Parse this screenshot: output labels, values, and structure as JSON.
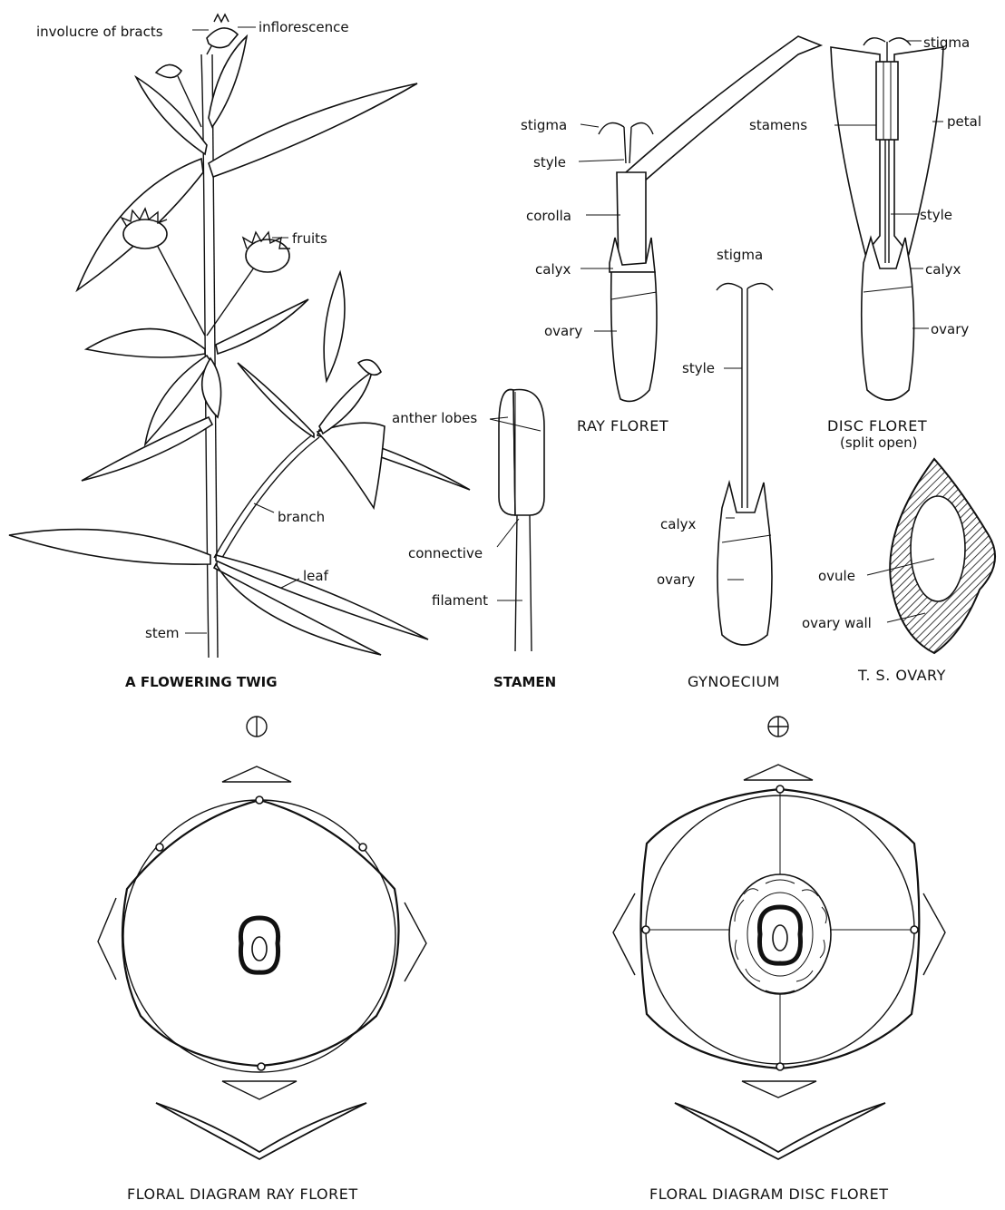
{
  "twig": {
    "title": "A FLOWERING TWIG",
    "labels": {
      "involucre": "involucre of bracts",
      "inflorescence": "inflorescence",
      "fruits": "fruits",
      "branch": "branch",
      "leaf": "leaf",
      "stem": "stem"
    }
  },
  "stamen": {
    "title": "STAMEN",
    "labels": {
      "anther": "anther lobes",
      "connective": "connective",
      "filament": "filament"
    }
  },
  "ray": {
    "title": "RAY FLORET",
    "labels": {
      "stigma": "stigma",
      "style": "style",
      "corolla": "corolla",
      "calyx": "calyx",
      "ovary": "ovary"
    }
  },
  "disc": {
    "title": "DISC  FLORET",
    "subtitle": "(split open)",
    "labels": {
      "stigma": "stigma",
      "stamens": "stamens",
      "petal": "petal",
      "style": "style",
      "calyx": "calyx",
      "ovary": "ovary"
    }
  },
  "gyn": {
    "title": "GYNOECIUM",
    "labels": {
      "stigma": "stigma",
      "style": "style",
      "calyx": "calyx",
      "ovary": "ovary"
    }
  },
  "ts": {
    "title": "T. S. OVARY",
    "labels": {
      "ovule": "ovule",
      "wall": "ovary wall"
    }
  },
  "floral_ray": {
    "title": "FLORAL DIAGRAM  RAY FLORET",
    "symbol": "zygomorphic-symbol-icon"
  },
  "floral_disc": {
    "title": "FLORAL DIAGRAM  DISC  FLORET",
    "symbol": "actinomorphic-symbol-icon"
  }
}
